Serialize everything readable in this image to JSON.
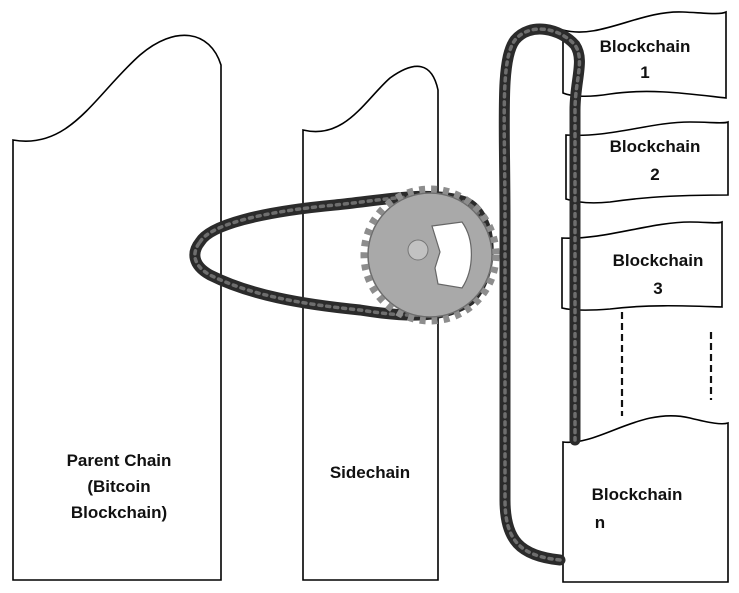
{
  "parent_chain": {
    "lines": [
      "Parent Chain",
      "(Bitcoin",
      "Blockchain)"
    ]
  },
  "sidechain": {
    "label": "Sidechain"
  },
  "blockchains": [
    {
      "lines": [
        "Blockchain",
        "1"
      ]
    },
    {
      "lines": [
        "Blockchain",
        "2"
      ]
    },
    {
      "lines": [
        "Blockchain",
        "3"
      ]
    },
    {
      "lines": [
        "Blockchain",
        "n"
      ]
    }
  ],
  "colors": {
    "chain": "#2b2b2b",
    "sprocket": "#a9a9a9",
    "outline": "#000000"
  }
}
